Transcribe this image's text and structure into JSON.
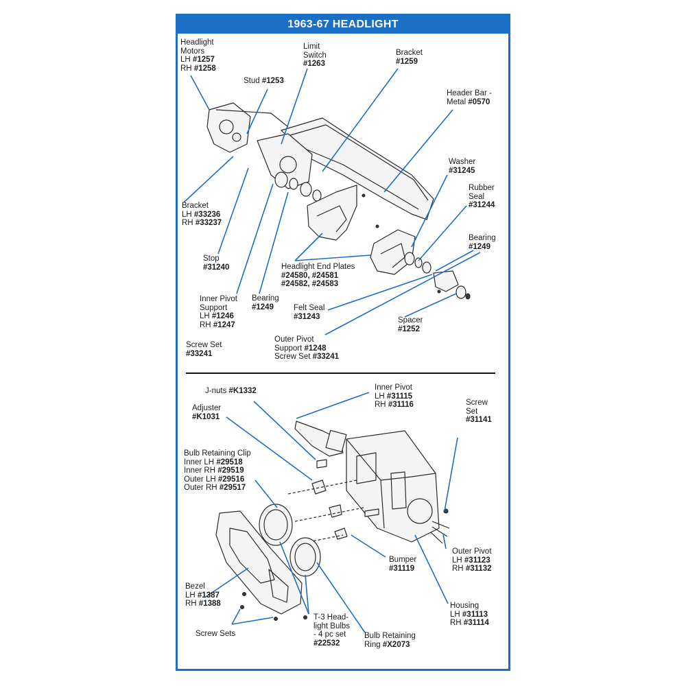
{
  "title": "1963-67 HEADLIGHT",
  "colors": {
    "frame": "#1a6fc4",
    "leader": "#1a6fc4",
    "text": "#1c1c1c"
  },
  "upper_labels": {
    "headlight_motors": [
      "Headlight",
      "Motors",
      "LH #1257",
      "RH #1258"
    ],
    "limit_switch": [
      "Limit",
      "Switch",
      "#1263"
    ],
    "bracket_top": [
      "Bracket",
      "#1259"
    ],
    "stud": [
      "Stud #1253"
    ],
    "header_bar": [
      "Header Bar -",
      "Metal #0570"
    ],
    "washer": [
      "Washer",
      "#31245"
    ],
    "rubber_seal": [
      "Rubber",
      "Seal",
      "#31244"
    ],
    "bearing_right": [
      "Bearing",
      "#1249"
    ],
    "bracket_left": [
      "Bracket",
      "LH #33236",
      "RH #33237"
    ],
    "stop": [
      "Stop",
      "#31240"
    ],
    "headlight_end_plates": [
      "Headlight End Plates",
      "#24580, #24581",
      "#24582, #24583"
    ],
    "inner_pivot_support": [
      "Inner Pivot",
      "Support",
      "LH #1246",
      "RH #1247"
    ],
    "bearing_lower": [
      "Bearing",
      "#1249"
    ],
    "felt_seal": [
      "Felt Seal",
      "#31243"
    ],
    "spacer": [
      "Spacer",
      "#1252"
    ],
    "screw_set": [
      "Screw Set",
      "#33241"
    ],
    "outer_pivot_support": [
      "Outer Pivot",
      "Support #1248",
      "Screw Set #33241"
    ]
  },
  "lower_labels": {
    "j_nuts": [
      "J-nuts #K1332"
    ],
    "inner_pivot": [
      "Inner Pivot",
      "LH #31115",
      "RH #31116"
    ],
    "adjuster": [
      "Adjuster",
      "#K1031"
    ],
    "screw_set": [
      "Screw",
      "Set",
      "#31141"
    ],
    "bulb_retaining_clip": [
      "Bulb Retaining Clip",
      "Inner LH #29518",
      "Inner RH #29519",
      "Outer LH #29516",
      "Outer RH #29517"
    ],
    "bumper": [
      "Bumper",
      "#31119"
    ],
    "outer_pivot": [
      "Outer Pivot",
      "LH #31123",
      "RH #31132"
    ],
    "bezel": [
      "Bezel",
      "LH #1387",
      "RH #1388"
    ],
    "housing": [
      "Housing",
      "LH #31113",
      "RH #31114"
    ],
    "screw_sets": [
      "Screw Sets"
    ],
    "bulbs": [
      "T-3 Head-",
      "light Bulbs",
      "- 4 pc set",
      "#22532"
    ],
    "bulb_retaining_ring": [
      "Bulb Retaining",
      "Ring #X2073"
    ]
  }
}
